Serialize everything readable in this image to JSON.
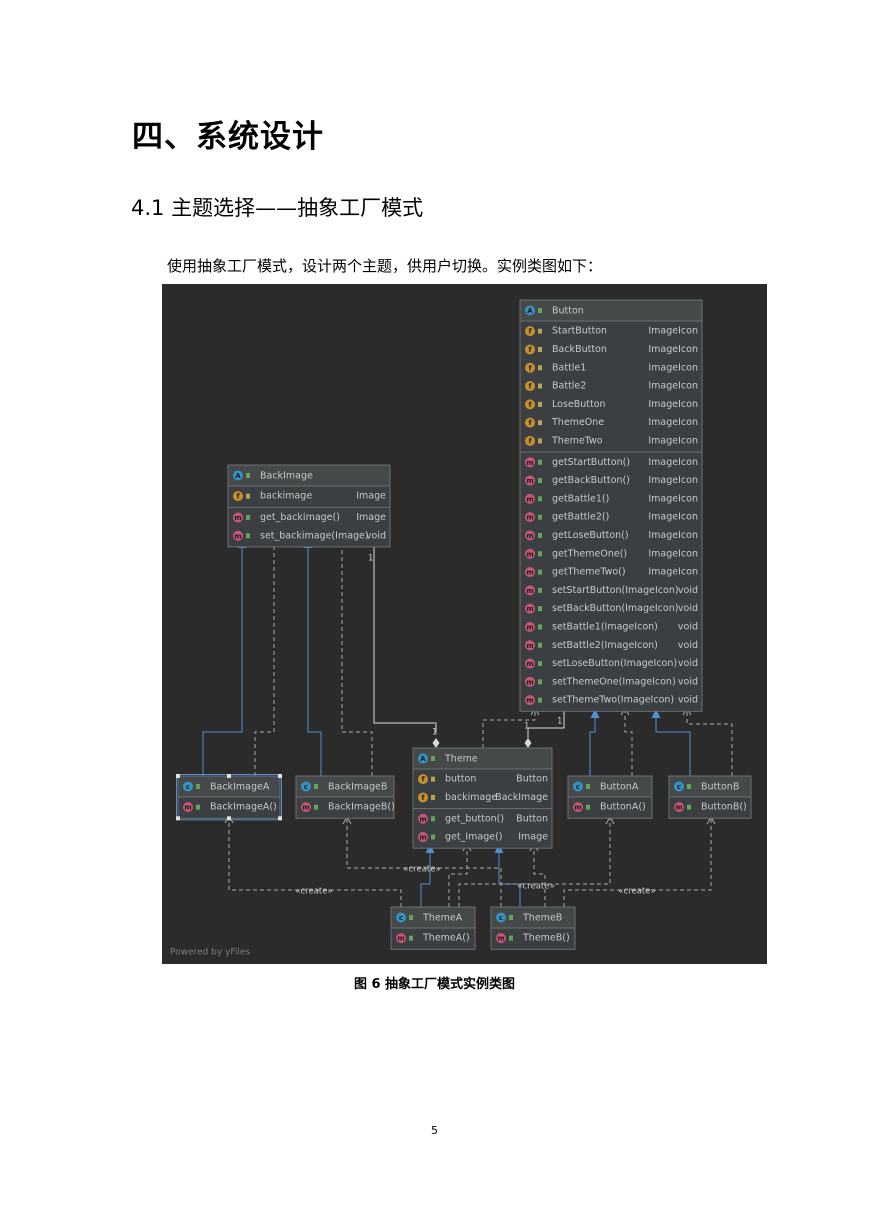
{
  "chapter_title": "四、系统设计",
  "section_title": "4.1 主题选择——抽象工厂模式",
  "paragraph": "使用抽象工厂模式，设计两个主题，供用户切换。实例类图如下：",
  "figure_caption": "图 6 抽象工厂模式实例类图",
  "page_number": "5",
  "diagram": {
    "watermark": "Powered by yFiles",
    "create_label": "«create»",
    "colors": {
      "background": "#2b2b2b",
      "class_fill": "#3c3f41",
      "border": "#6b6f72",
      "text": "#c8c8c8",
      "class_icon": "#3592c4",
      "abstract_icon": "#3592c4",
      "field_icon": "#c7902a",
      "method_icon": "#c75577",
      "inheritance_arrow": "#4f8fd8",
      "dependency_line": "#a9a9a9"
    },
    "classes": [
      {
        "id": "button",
        "name": "Button",
        "kind": "abstract",
        "fields": [
          {
            "name": "StartButton",
            "type": "ImageIcon"
          },
          {
            "name": "BackButton",
            "type": "ImageIcon"
          },
          {
            "name": "Battle1",
            "type": "ImageIcon"
          },
          {
            "name": "Battle2",
            "type": "ImageIcon"
          },
          {
            "name": "LoseButton",
            "type": "ImageIcon"
          },
          {
            "name": "ThemeOne",
            "type": "ImageIcon"
          },
          {
            "name": "ThemeTwo",
            "type": "ImageIcon"
          }
        ],
        "methods": [
          {
            "name": "getStartButton()",
            "type": "ImageIcon"
          },
          {
            "name": "getBackButton()",
            "type": "ImageIcon"
          },
          {
            "name": "getBattle1()",
            "type": "ImageIcon"
          },
          {
            "name": "getBattle2()",
            "type": "ImageIcon"
          },
          {
            "name": "getLoseButton()",
            "type": "ImageIcon"
          },
          {
            "name": "getThemeOne()",
            "type": "ImageIcon"
          },
          {
            "name": "getThemeTwo()",
            "type": "ImageIcon"
          },
          {
            "name": "setStartButton(ImageIcon)",
            "type": "void"
          },
          {
            "name": "setBackButton(ImageIcon)",
            "type": "void"
          },
          {
            "name": "setBattle1(ImageIcon)",
            "type": "void"
          },
          {
            "name": "setBattle2(ImageIcon)",
            "type": "void"
          },
          {
            "name": "setLoseButton(ImageIcon)",
            "type": "void"
          },
          {
            "name": "setThemeOne(ImageIcon)",
            "type": "void"
          },
          {
            "name": "setThemeTwo(ImageIcon)",
            "type": "void"
          }
        ]
      },
      {
        "id": "backimage",
        "name": "BackImage",
        "kind": "abstract",
        "fields": [
          {
            "name": "backimage",
            "type": "Image"
          }
        ],
        "methods": [
          {
            "name": "get_backimage()",
            "type": "Image"
          },
          {
            "name": "set_backimage(Image)",
            "type": "void"
          }
        ]
      },
      {
        "id": "theme",
        "name": "Theme",
        "kind": "abstract",
        "fields": [
          {
            "name": "button",
            "type": "Button"
          },
          {
            "name": "backimage",
            "type": "BackImage"
          }
        ],
        "methods": [
          {
            "name": "get_button()",
            "type": "Button"
          },
          {
            "name": "get_Image()",
            "type": "Image"
          }
        ]
      },
      {
        "id": "backimagea",
        "name": "BackImageA",
        "kind": "class",
        "fields": [],
        "methods": [
          {
            "name": "BackImageA()",
            "type": ""
          }
        ]
      },
      {
        "id": "backimageb",
        "name": "BackImageB",
        "kind": "class",
        "fields": [],
        "methods": [
          {
            "name": "BackImageB()",
            "type": ""
          }
        ]
      },
      {
        "id": "buttona",
        "name": "ButtonA",
        "kind": "class",
        "fields": [],
        "methods": [
          {
            "name": "ButtonA()",
            "type": ""
          }
        ]
      },
      {
        "id": "buttonb",
        "name": "ButtonB",
        "kind": "class",
        "fields": [],
        "methods": [
          {
            "name": "ButtonB()",
            "type": ""
          }
        ]
      },
      {
        "id": "themea",
        "name": "ThemeA",
        "kind": "class",
        "fields": [],
        "methods": [
          {
            "name": "ThemeA()",
            "type": ""
          }
        ]
      },
      {
        "id": "themeb",
        "name": "ThemeB",
        "kind": "class",
        "fields": [],
        "methods": [
          {
            "name": "ThemeB()",
            "type": ""
          }
        ]
      }
    ],
    "multiplicity_labels": [
      {
        "id": "m1",
        "text": "1"
      },
      {
        "id": "m2",
        "text": "1"
      },
      {
        "id": "m3",
        "text": "1"
      },
      {
        "id": "m4",
        "text": "1"
      }
    ]
  }
}
